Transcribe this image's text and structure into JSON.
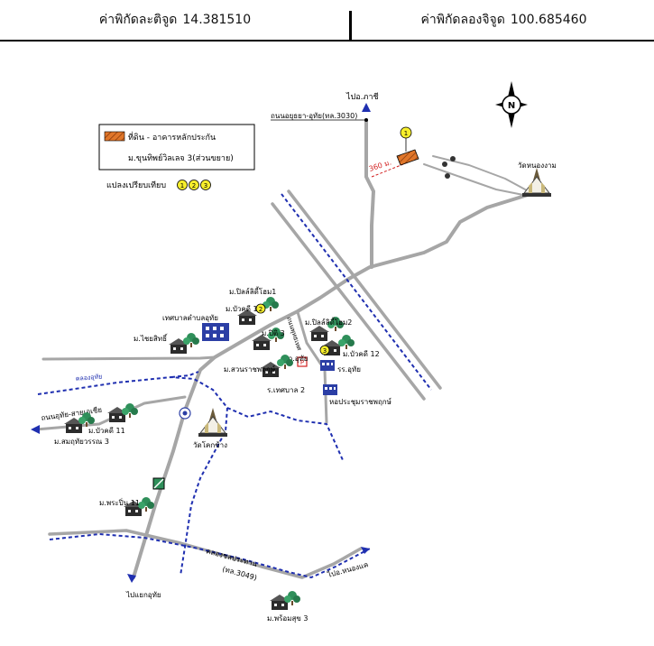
{
  "header": {
    "lat_label": "ค่าพิกัดละติจูด",
    "lat_value": "14.381510",
    "lon_label": "ค่าพิกัดลองจิจูด",
    "lon_value": "100.685460"
  },
  "legend": {
    "item1": "ที่ดิน - อาคารหลักประกัน",
    "item2": "ม.ขุนทิพย์วิลเลจ 3(ส่วนขยาย)",
    "compare_label": "แปลงเปรียบเทียบ",
    "compare_1": "1",
    "compare_2": "2",
    "compare_3": "3"
  },
  "compass": {
    "north_letter": "N"
  },
  "map_labels": {
    "to_phachi": "ไปอ.ภาชี",
    "road_top": "ถนนอยุธยา-อุทัย(ทล.3030)",
    "distance": "360 ม.",
    "wat_nong_ngam": "วัดหนองงาม",
    "village_piliki1": "ม.ปิลล์ลิดี้โฮม1",
    "village_bua_khwan": "ม.บัวคดี 10",
    "municipality": "เทศบาลตำบลอุทัย",
    "village_chaiyasit": "ม.ไชยสิทธิ์",
    "village_piliki2": "ม.ปิลล์ลิดี้โฮม2",
    "road_pakdee": "ถนนพุทธเทศ",
    "village_pai": "ม.ปิติ 3",
    "police": "สภ.อุทัย",
    "school_uthai": "รร.อุทัย",
    "village_bua_khwan_12": "ม.บัวคดี 12",
    "village_suan": "ม.สวนราชพฤกษ์",
    "school_thesaban": "ร.เทศบาล 2",
    "hall": "หอประชุมราชพฤกษ์",
    "canal": "คลองอุทัย",
    "road_left": "ถนนอุทัย-สายเอเชีย",
    "village_bua_11": "ม.บัวคดี 11",
    "village_sombat": "ม.สมฤทัยวรรณ 3",
    "wat_khok_chang": "วัดโคกช้าง",
    "village_phrachin": "ม.พระปิ่น 11",
    "canal_bottom": "คลองชลประทาน",
    "road_bottom": "(ทล.3049)",
    "to_uthai": "ไปแยกอุทัย",
    "to_nongkhae": "ไปอ.หนองแค",
    "village_phrom": "ม.พร้อมสุข 3"
  },
  "colors": {
    "road": "#a6a6a6",
    "water": "#1f2fb0",
    "subject": "#e0762a",
    "tree": "#2f8f5a",
    "building_blue": "#2b3ea5",
    "pin": "#f7ef2d",
    "distance_red": "#d22020"
  },
  "icons": [
    "compass-north-icon",
    "tree-icon",
    "house-icon",
    "temple-icon",
    "school-icon",
    "police-icon",
    "arrow-icon",
    "marker-circle-icon"
  ]
}
